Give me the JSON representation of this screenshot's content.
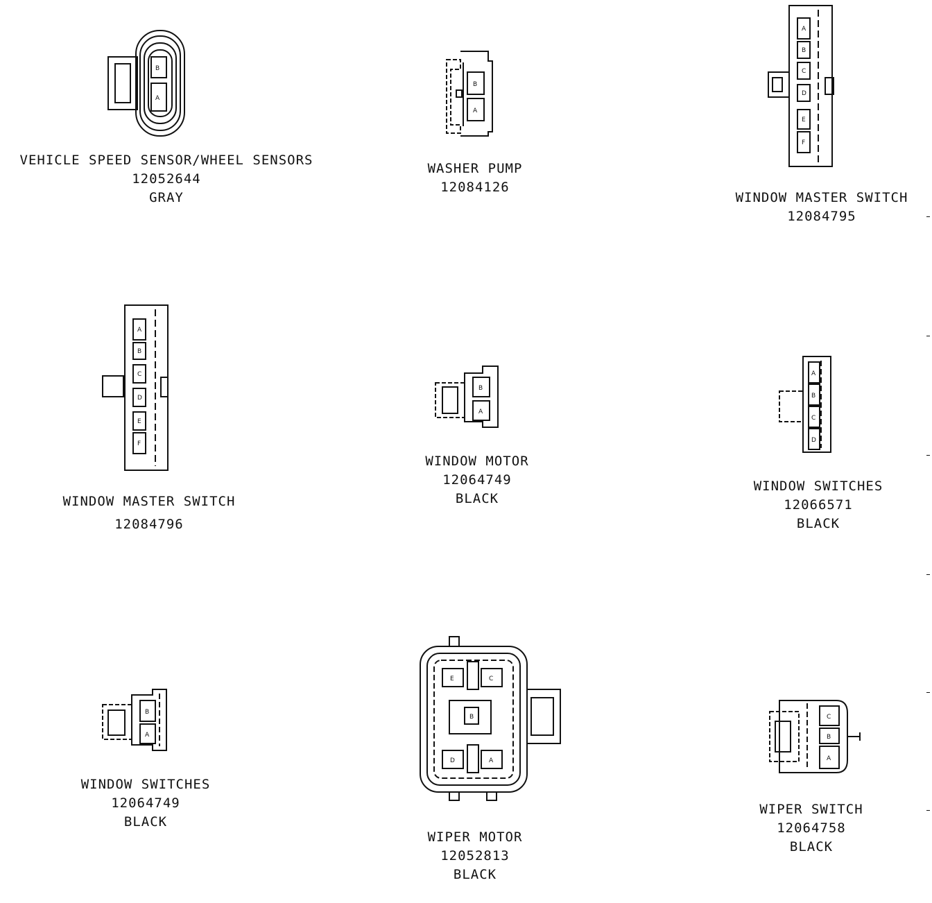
{
  "connectors": [
    {
      "id": "vss",
      "name": "VEHICLE SPEED SENSOR/WHEEL SENSORS",
      "part": "12052644",
      "color": "GRAY",
      "pins": [
        "B",
        "A"
      ]
    },
    {
      "id": "washer",
      "name": "WASHER PUMP",
      "part": "12084126",
      "color": "",
      "pins": [
        "B",
        "A"
      ]
    },
    {
      "id": "wms1",
      "name": "WINDOW MASTER SWITCH",
      "part": "12084795",
      "color": "",
      "pins": [
        "A",
        "B",
        "C",
        "D",
        "E",
        "F"
      ]
    },
    {
      "id": "wms2",
      "name": "WINDOW MASTER SWITCH",
      "part": "12084796",
      "color": "",
      "pins": [
        "A",
        "B",
        "C",
        "D",
        "E",
        "F"
      ]
    },
    {
      "id": "wmotor",
      "name": "WINDOW MOTOR",
      "part": "12064749",
      "color": "BLACK",
      "pins": [
        "B",
        "A"
      ]
    },
    {
      "id": "wsw1",
      "name": "WINDOW SWITCHES",
      "part": "12066571",
      "color": "BLACK",
      "pins": [
        "A",
        "B",
        "C",
        "D"
      ]
    },
    {
      "id": "wsw2",
      "name": "WINDOW SWITCHES",
      "part": "12064749",
      "color": "BLACK",
      "pins": [
        "B",
        "A"
      ]
    },
    {
      "id": "wipermotor",
      "name": "WIPER MOTOR",
      "part": "12052813",
      "color": "BLACK",
      "pins": [
        "E",
        "C",
        "B",
        "D",
        "A"
      ]
    },
    {
      "id": "wiperswitch",
      "name": "WIPER SWITCH",
      "part": "12064758",
      "color": "BLACK",
      "pins": [
        "C",
        "B",
        "A"
      ]
    }
  ],
  "colors": {
    "line": "#111111",
    "background": "#ffffff"
  }
}
